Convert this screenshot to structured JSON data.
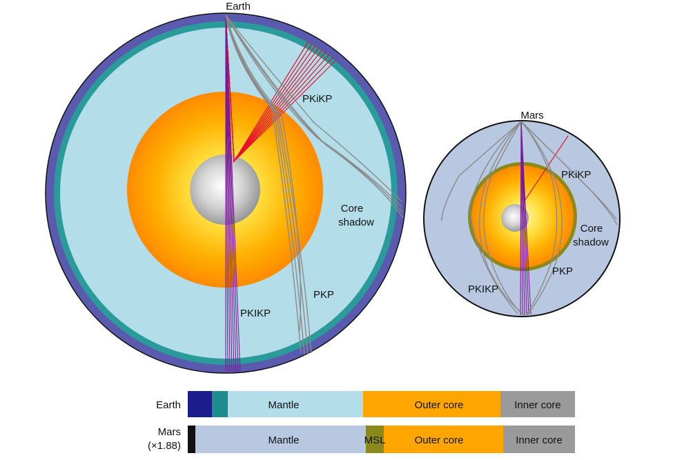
{
  "earth": {
    "title": "Earth",
    "labels": {
      "pkikp_reflected": "PKiKP",
      "core_shadow_line1": "Core",
      "core_shadow_line2": "shadow",
      "pkp": "PKP",
      "pkikp": "PKIKP"
    }
  },
  "mars": {
    "title": "Mars",
    "labels": {
      "pkikp_reflected": "PKiKP",
      "core_shadow_line1": "Core",
      "core_shadow_line2": "shadow",
      "pkp": "PKP",
      "pkikp": "PKIKP"
    }
  },
  "bars": {
    "earth": {
      "label": "Earth",
      "mantle": "Mantle",
      "outer_core": "Outer core",
      "inner_core": "Inner core"
    },
    "mars": {
      "label_line1": "Mars",
      "label_line2": "(×1.88)",
      "mantle": "Mantle",
      "msl": "MSL",
      "outer_core": "Outer core",
      "inner_core": "Inner core"
    }
  },
  "colors": {
    "crust_outer": "#5a5aae",
    "crust_inner": "#2a9a9a",
    "earth_mantle": "#b3dde8",
    "mars_mantle": "#b8c8e0",
    "outer_core": "#ffa500",
    "inner_core": "#9a9a9a",
    "msl": "#8a8a1c",
    "deep_blue": "#1c1c8c",
    "ray_red": "#e8102a",
    "ray_purple": "#7a1a9a",
    "ray_grey": "#8a8a8a"
  }
}
